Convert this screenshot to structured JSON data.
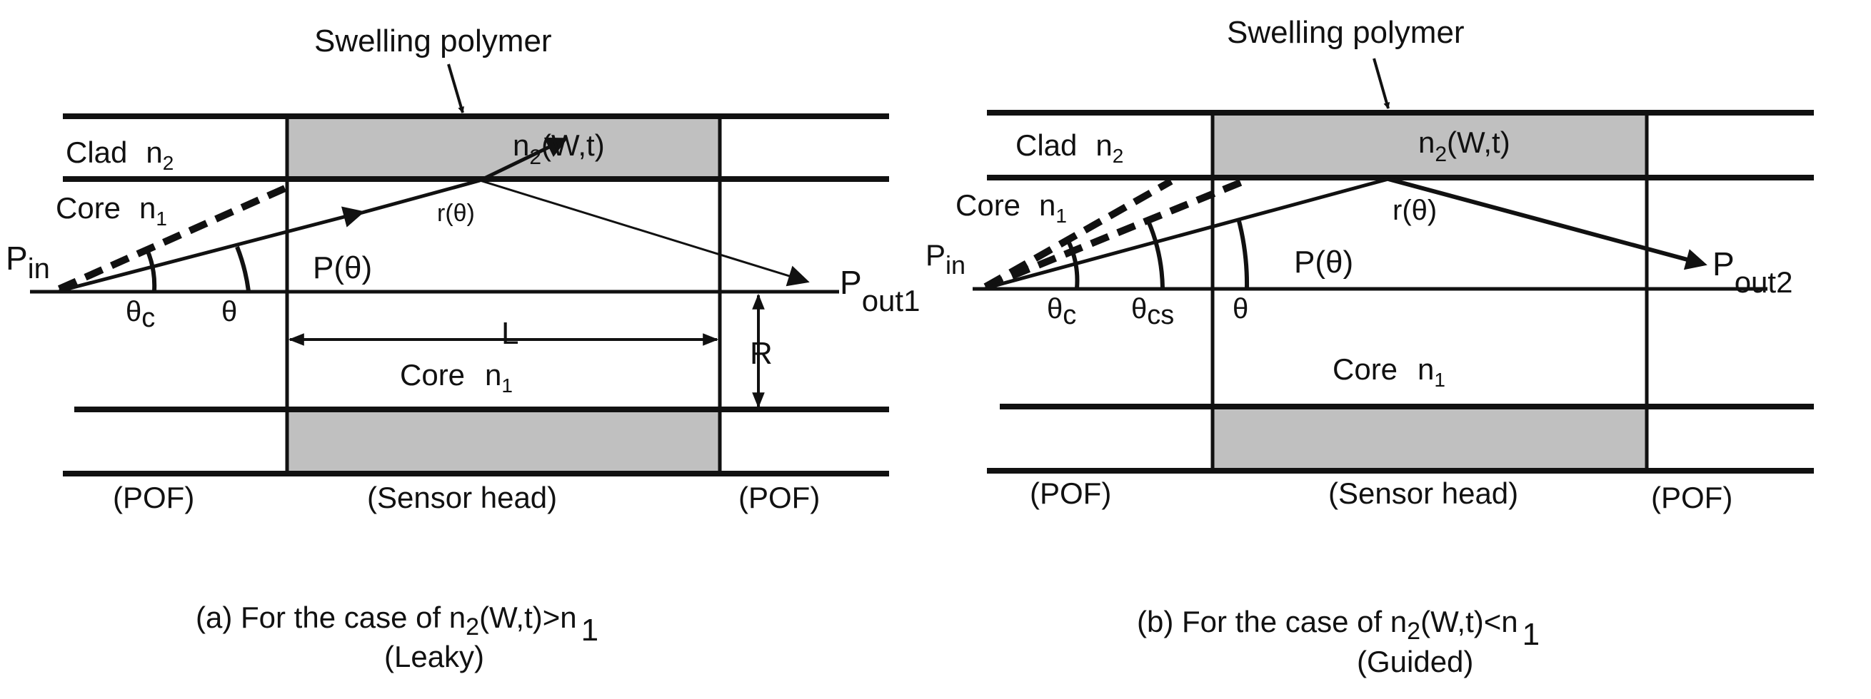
{
  "panel_a": {
    "swelling_polymer": "Swelling polymer",
    "clad": "Clad",
    "n2": "n",
    "n2_sub": "2",
    "core_upper": "Core",
    "n1": "n",
    "n1_sub": "1",
    "n2wt_n": "n",
    "n2wt_sub": "2",
    "n2wt_tail": "(W,t)",
    "r_theta": "r(θ)",
    "p_in": "P",
    "p_in_sub": "in",
    "p_theta": "P(θ)",
    "p_out": "P",
    "p_out_sub": "out1",
    "theta_c": "θ",
    "theta_c_sub": "c",
    "theta": "θ",
    "L": "L",
    "R": "R",
    "core_lower": "Core",
    "pof_left": "(POF)",
    "sensor_head": "(Sensor head)",
    "pof_right": "(POF)",
    "caption_prefix": "(a)  For the case of  n",
    "caption_sub": "2",
    "caption_mid": "(W,t)>n",
    "caption_end": "1",
    "caption_case": "(Leaky)"
  },
  "panel_b": {
    "swelling_polymer": "Swelling polymer",
    "clad": "Clad",
    "n2": "n",
    "n2_sub": "2",
    "core_upper": "Core",
    "n1": "n",
    "n1_sub": "1",
    "n2wt_n": "n",
    "n2wt_sub": "2",
    "n2wt_tail": "(W,t)",
    "r_theta": "r(θ)",
    "p_in": "P",
    "p_in_sub": "in",
    "p_theta": "P(θ)",
    "p_out": "P",
    "p_out_sub": "out2",
    "theta_c": "θ",
    "theta_c_sub": "c",
    "theta_cs": "θ",
    "theta_cs_sub": "cs",
    "theta": "θ",
    "core_lower": "Core",
    "pof_left": "(POF)",
    "sensor_head": "(Sensor head)",
    "pof_right": "(POF)",
    "caption_prefix": "(b)  For the case of  n",
    "caption_sub": "2",
    "caption_mid": "(W,t)<n",
    "caption_end": "1",
    "caption_case": "(Guided)"
  },
  "colors": {
    "polymer_fill": "#c0c0c0",
    "line": "#111111",
    "background": "#ffffff"
  }
}
